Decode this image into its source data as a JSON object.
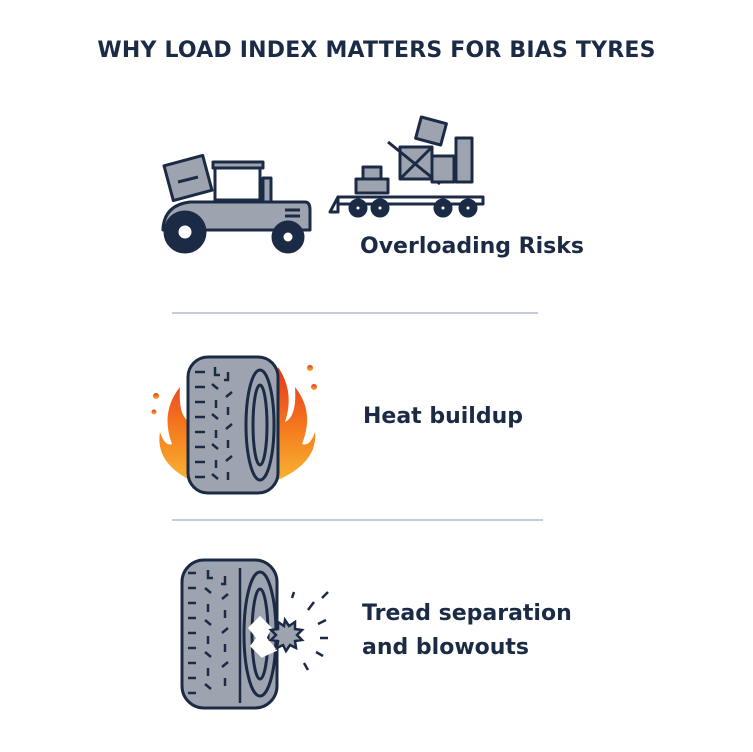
{
  "title": "WHY LOAD INDEX MATTERS FOR BIAS TYRES",
  "sections": [
    {
      "label": "Overloading Risks",
      "icon": "overloaded-vehicles-icon"
    },
    {
      "label": "Heat buildup",
      "icon": "tyre-on-fire-icon"
    },
    {
      "label_lines": [
        "Tread separation",
        "and blowouts"
      ],
      "icon": "tyre-blowout-icon"
    }
  ],
  "colors": {
    "navy": "#1c2b45",
    "gray": "#9ea4af",
    "divider": "#c3ccd8",
    "flame_red": "#e8341c",
    "flame_orange": "#f5821f",
    "flame_yellow": "#f9b233"
  }
}
